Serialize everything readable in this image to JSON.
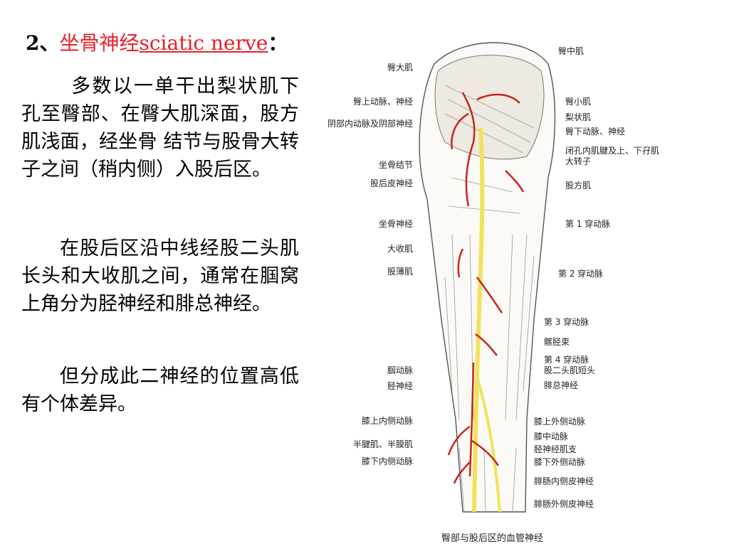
{
  "title": {
    "number": "2、",
    "zh": "坐骨神经",
    "en": "sciatic nerve",
    "colon": "："
  },
  "paragraphs": [
    "多数以一单干出梨状肌下孔至臀部、在臀大肌深面，股方肌浅面，经坐骨 结节与股骨大转子之间（稍内侧）入股后区。",
    "在股后区沿中线经股二头肌长头和大收肌之间，通常在腘窝上角分为胫神经和腓总神经。",
    "但分成此二神经的位置高低有个体差异。"
  ],
  "figure": {
    "caption": "臀部与股后区的血管神经",
    "left_labels": [
      "臀大肌",
      "臀上动脉、神经",
      "阴部内动脉及阴部神经",
      "坐骨结节",
      "股后皮神经",
      "坐骨神经",
      "大收肌",
      "股薄肌",
      "腘动脉",
      "胫神经",
      "膝上内侧动脉",
      "半腱肌、半膜肌",
      "膝下内侧动脉"
    ],
    "right_labels": [
      "臀中肌",
      "臀小肌",
      "梨状肌",
      "臀下动脉、神经",
      "闭孔内肌腱及上、下孖肌",
      "大转子",
      "股方肌",
      "第 1 穿动脉",
      "第 2 穿动脉",
      "第 3 穿动脉",
      "髂胫束",
      "第 4 穿动脉",
      "股二头肌短头",
      "腓总神经",
      "膝上外侧动脉",
      "膝中动脉",
      "胫神经肌支",
      "膝下外侧动脉",
      "腓肠内侧皮神经",
      "腓肠外侧皮神经"
    ]
  },
  "colors": {
    "title_red": "#e8202a",
    "nerve": "#f2e25a",
    "artery": "#c8241c"
  }
}
